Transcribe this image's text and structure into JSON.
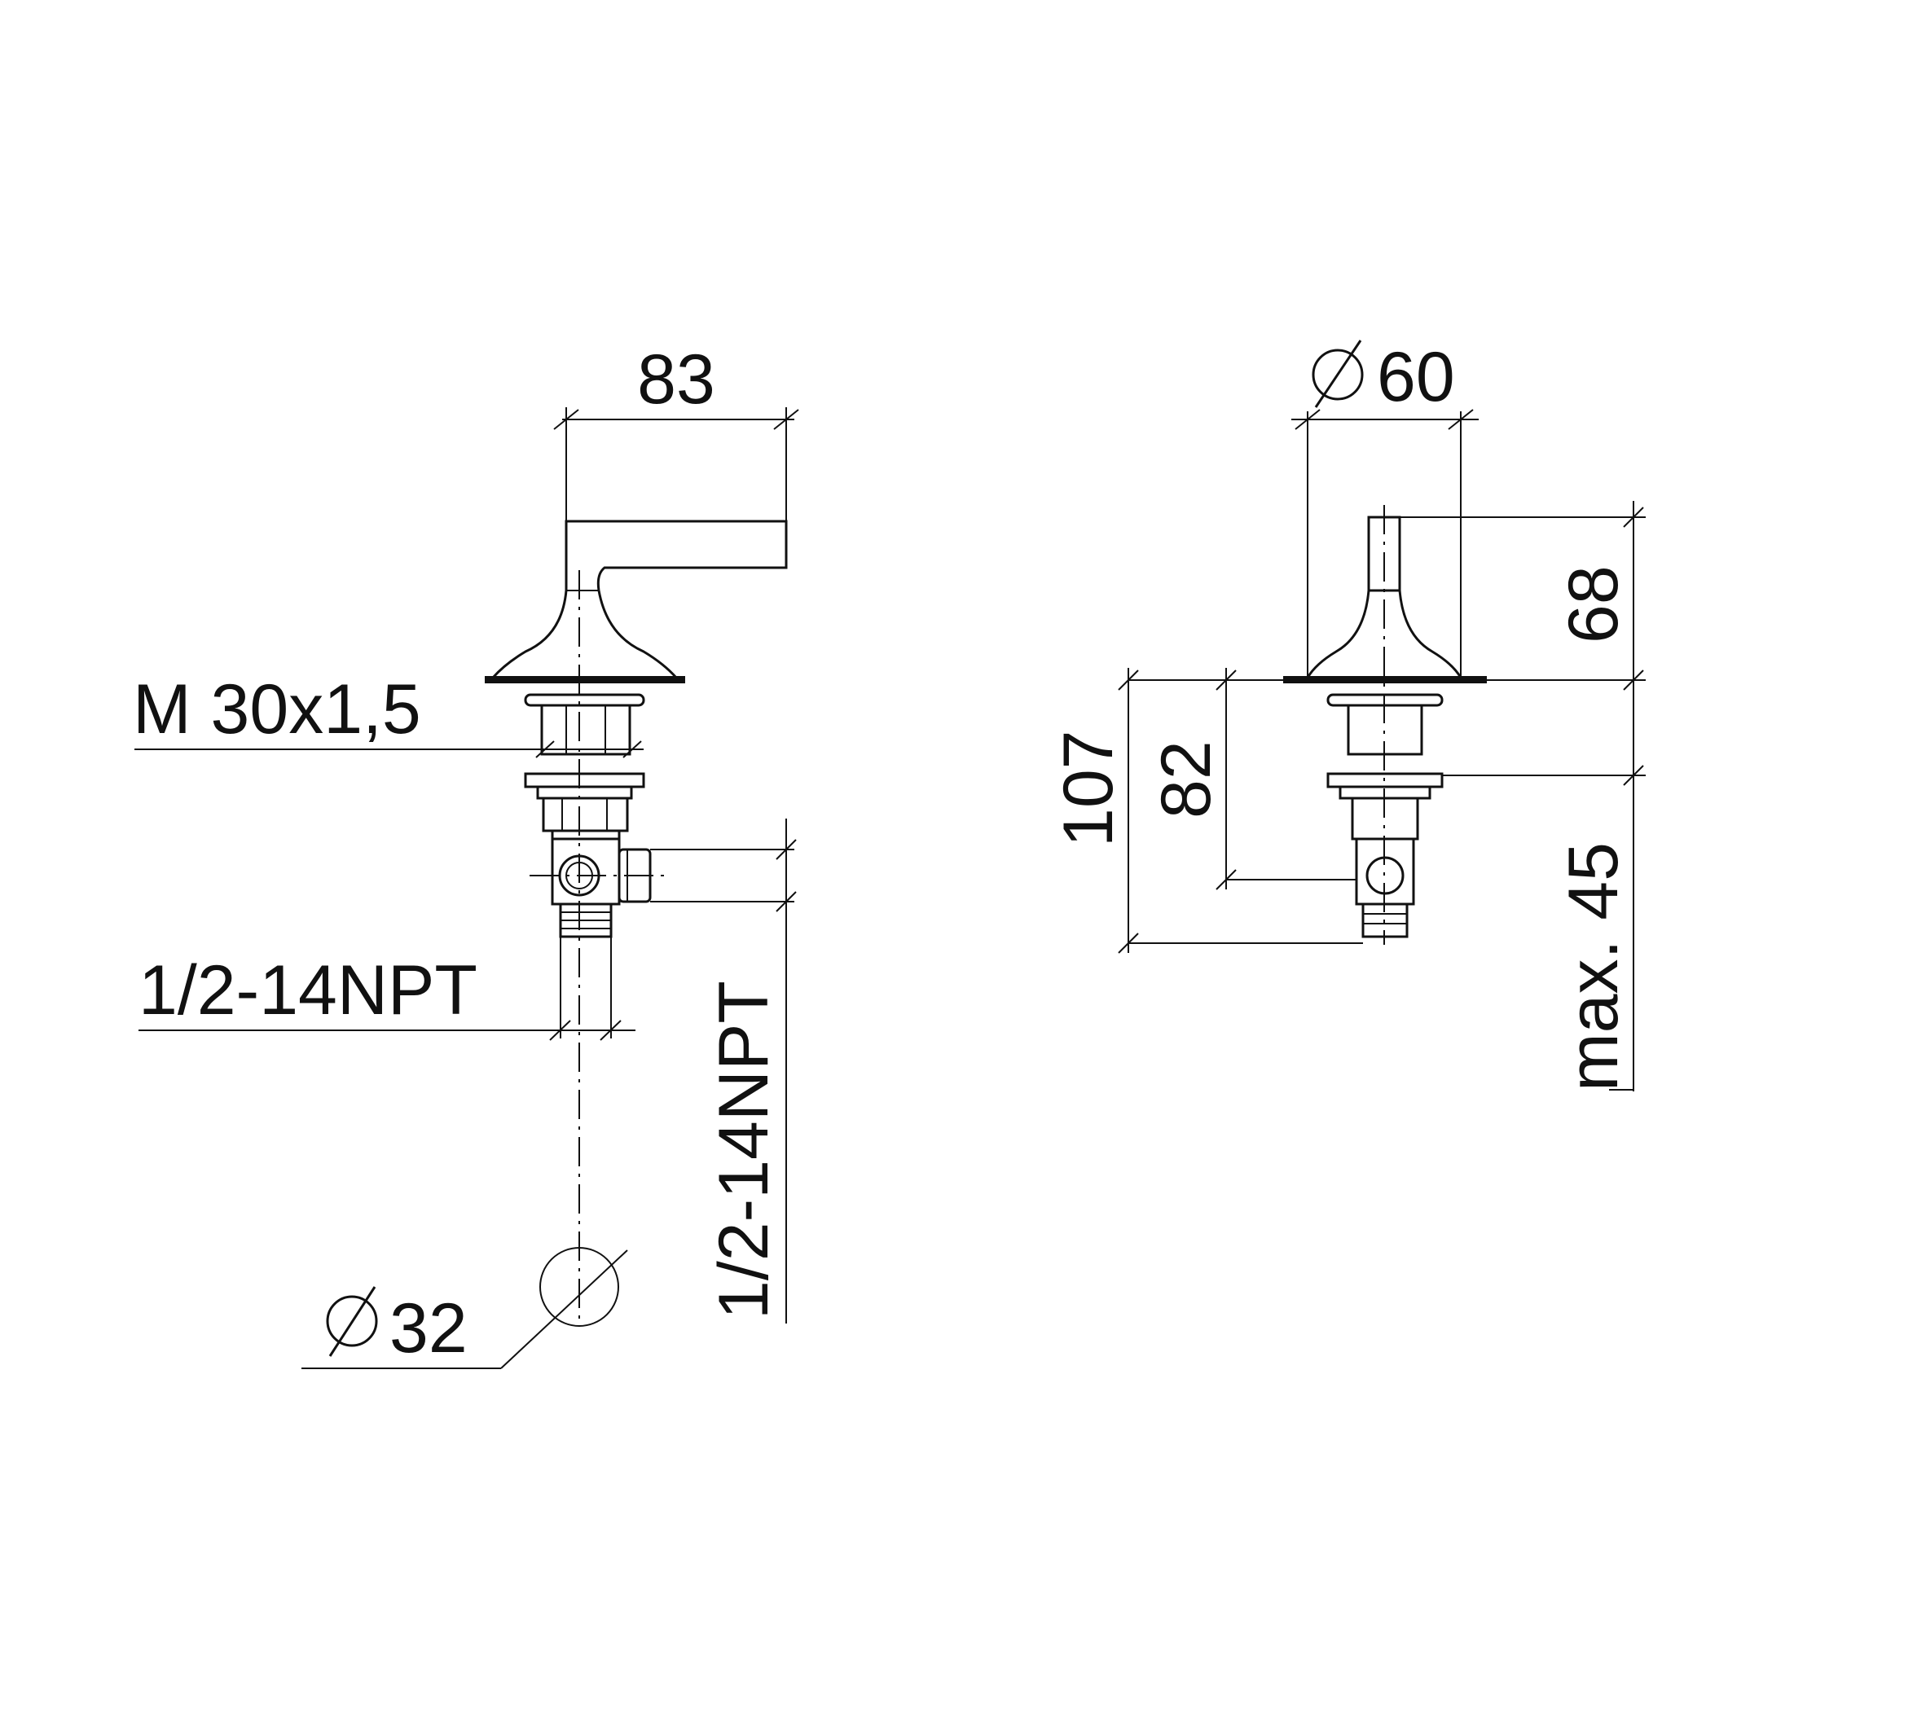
{
  "side_view": {
    "dim_width": "83",
    "dim_thread_top": "M 30x1,5",
    "dim_inlet_bottom": "1/2-14NPT",
    "dim_inlet_side": "1/2-14NPT",
    "dim_hole": "32",
    "diameter_symbol": "diameter-icon"
  },
  "front_view": {
    "dim_rosette": "60",
    "dim_handle_height": "68",
    "dim_total_depth": "107",
    "dim_inlet_depth": "82",
    "dim_deck": "max. 45",
    "diameter_symbol": "diameter-icon"
  },
  "colors": {
    "line": "#111111",
    "background": "#ffffff"
  }
}
